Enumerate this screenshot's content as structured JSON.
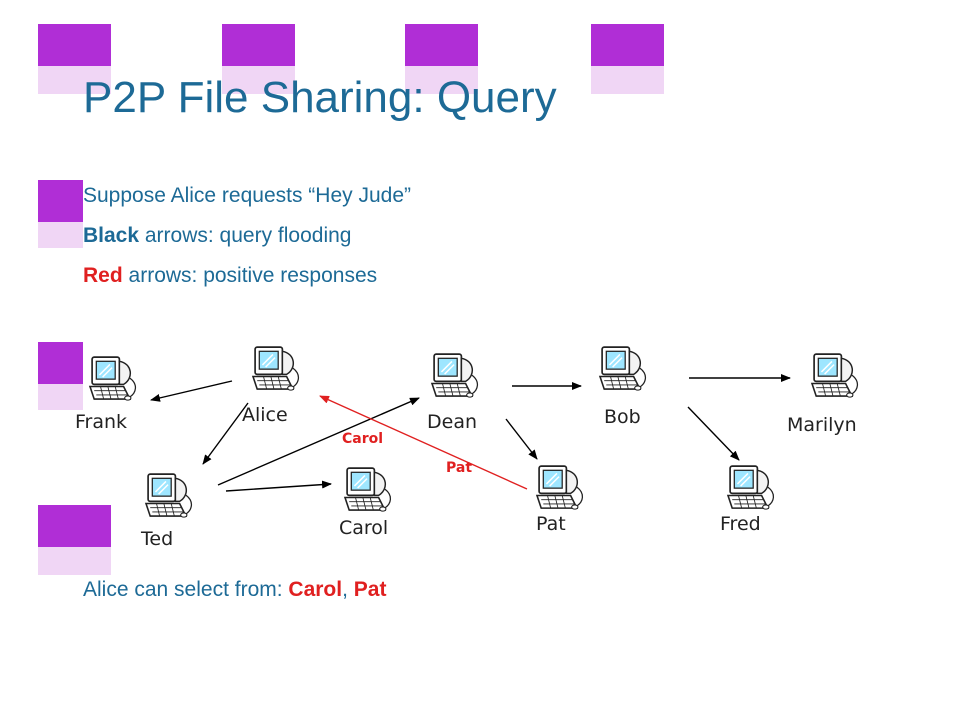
{
  "slide": {
    "title": "P2P File Sharing: Query",
    "bullets": {
      "b1": "Suppose Alice requests “Hey Jude”",
      "b2_strong": "Black",
      "b2_rest": " arrows: query flooding",
      "b3_strong": "Red",
      "b3_rest": " arrows: positive responses",
      "b4_prefix": "Alice can select from: ",
      "b4_carol": "Carol",
      "b4_sep": ", ",
      "b4_pat": "Pat"
    }
  },
  "nodes": {
    "frank": "Frank",
    "alice": "Alice",
    "dean": "Dean",
    "bob": "Bob",
    "marilyn": "Marilyn",
    "ted": "Ted",
    "carol": "Carol",
    "pat": "Pat",
    "fred": "Fred"
  },
  "edge_labels": {
    "carol_response": "Carol",
    "pat_response": "Pat"
  },
  "colors": {
    "title": "#1d6a96",
    "accent_dark": "#b02ed6",
    "accent_light": "#f0d6f5",
    "response": "#e02020",
    "query": "#000000"
  },
  "icons": {
    "node_icon": "computer-user-icon"
  }
}
